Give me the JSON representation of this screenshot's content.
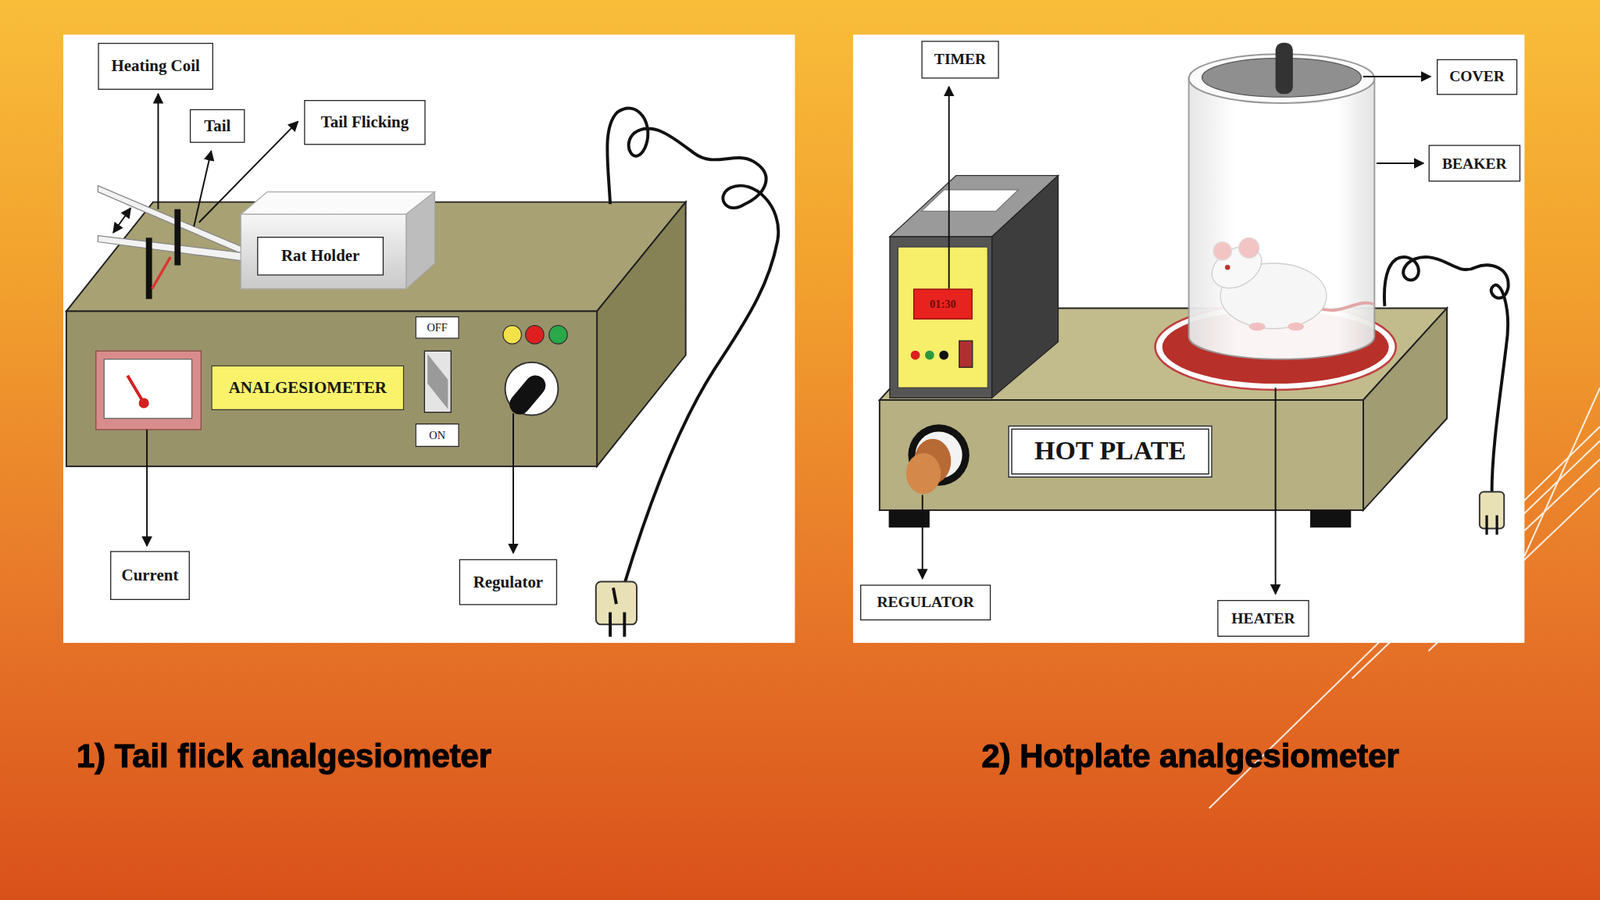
{
  "diagram": {
    "nodes": [
      {
        "text": [
          "Heating Coil"
        ]
      },
      {
        "text": [
          "Tail"
        ]
      },
      {
        "text": [
          "Tail Flicking"
        ]
      },
      {
        "text": [
          "Rat Holder"
        ]
      },
      {
        "text": [
          "OFF"
        ]
      },
      {
        "text": [
          "ANALGESIOMETER"
        ]
      },
      {
        "text": [
          "ON"
        ]
      },
      {
        "text": [
          "Current"
        ]
      },
      {
        "text": [
          "Regulator"
        ]
      },
      {
        "text": [
          "TIMER"
        ]
      },
      {
        "text": [
          "COVER"
        ]
      },
      {
        "text": [
          "BEAKER"
        ]
      },
      {
        "text": [
          "01:30"
        ]
      },
      {
        "text": [
          "HOT PLATE"
        ]
      },
      {
        "text": [
          "REGULATOR"
        ]
      },
      {
        "text": [
          "HEATER"
        ]
      }
    ],
    "labels": [
      "1) Tail flick analgesiometer",
      "2) Hotplate analgesiometer"
    ]
  }
}
